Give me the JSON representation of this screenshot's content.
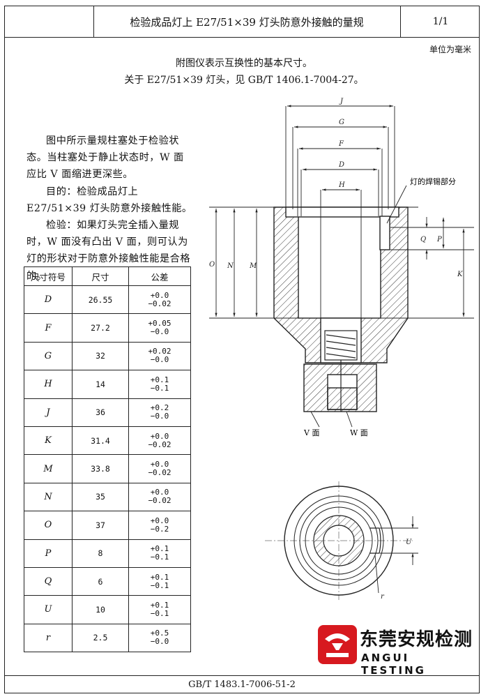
{
  "header": {
    "title": "检验成品灯上 E27/51×39 灯头防意外接触的量规",
    "page": "1/1"
  },
  "unit_note": "单位为毫米",
  "caption": {
    "line1": "附图仪表示互换性的基本尺寸。",
    "line2": "关于 E27/51×39 灯头，见 GB/T 1406.1-7004-27。"
  },
  "body_text": {
    "p1": "图中所示量规柱塞处于检验状态。当柱塞处于静止状态时，W 面应比 V 面缩进更深些。",
    "p2": "目的：检验成品灯上 E27/51×39 灯头防意外接触性能。",
    "p3": "检验：如果灯头完全插入量规时，W 面没有凸出 V 面，则可认为灯的形状对于防意外接触性能是合格的。"
  },
  "table": {
    "headers": [
      "尺寸符号",
      "尺寸",
      "公差"
    ],
    "rows": [
      {
        "sym": "D",
        "val": "26.55",
        "tol_up": "+0.0",
        "tol_low": "−0.02"
      },
      {
        "sym": "F",
        "val": "27.2",
        "tol_up": "+0.05",
        "tol_low": "−0.0"
      },
      {
        "sym": "G",
        "val": "32",
        "tol_up": "+0.02",
        "tol_low": "−0.0"
      },
      {
        "sym": "H",
        "val": "14",
        "tol_up": "+0.1",
        "tol_low": "−0.1"
      },
      {
        "sym": "J",
        "val": "36",
        "tol_up": "+0.2",
        "tol_low": "−0.0"
      },
      {
        "sym": "K",
        "val": "31.4",
        "tol_up": "+0.0",
        "tol_low": "−0.02"
      },
      {
        "sym": "M",
        "val": "33.8",
        "tol_up": "+0.0",
        "tol_low": "−0.02"
      },
      {
        "sym": "N",
        "val": "35",
        "tol_up": "+0.0",
        "tol_low": "−0.02"
      },
      {
        "sym": "O",
        "val": "37",
        "tol_up": "+0.0",
        "tol_low": "−0.2"
      },
      {
        "sym": "P",
        "val": "8",
        "tol_up": "+0.1",
        "tol_low": "−0.1"
      },
      {
        "sym": "Q",
        "val": "6",
        "tol_up": "+0.1",
        "tol_low": "−0.1"
      },
      {
        "sym": "U",
        "val": "10",
        "tol_up": "+0.1",
        "tol_low": "−0.1"
      },
      {
        "sym": "r",
        "val": "2.5",
        "tol_up": "+0.5",
        "tol_low": "−0.0"
      }
    ]
  },
  "drawing": {
    "dim_labels": [
      "J",
      "G",
      "F",
      "D",
      "H",
      "Q",
      "P",
      "K",
      "O",
      "N",
      "M",
      "U",
      "r"
    ],
    "solder_label": "灯的焊锡部分",
    "v_face": "V 面",
    "w_face": "W 面"
  },
  "footer": "GB/T 1483.1-7006-51-2",
  "logo": {
    "cn": "东莞安规检测",
    "en": "ANGUI TESTING",
    "brand_color": "#d7191f"
  }
}
